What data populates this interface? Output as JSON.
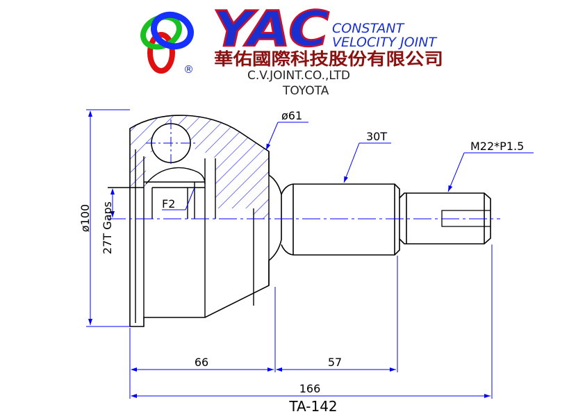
{
  "header": {
    "brand": "YAC",
    "registered_mark": "®",
    "tagline_line1": "CONSTANT",
    "tagline_line2": "VELOCITY JOINT",
    "company_chinese": "華佑國際科技股份有限公司",
    "company_english": "C.V.JOINT.CO.,LTD",
    "vehicle_make": "TOYOTA"
  },
  "colors": {
    "brand_red": "#c8102e",
    "brand_blue": "#1a2fd0",
    "logo_green": "#18c020",
    "logo_blue": "#1530ff",
    "logo_red": "#e01010",
    "company_text": "#8b1010",
    "drawing_line": "#000000",
    "dimension_line": "#0000ff",
    "hatch": "#0000ff",
    "centerline": "#0000ff"
  },
  "drawing": {
    "labels": {
      "outer_diameter": "ø100",
      "abs_gaps": "27T Gaps",
      "boot_diameter": "ø61",
      "spline": "30T",
      "thread": "M22*P1.5",
      "f2": "F2"
    },
    "dimensions": {
      "length_a": "66",
      "length_b": "57",
      "overall_length": "166"
    },
    "part_number": "TA-142"
  }
}
